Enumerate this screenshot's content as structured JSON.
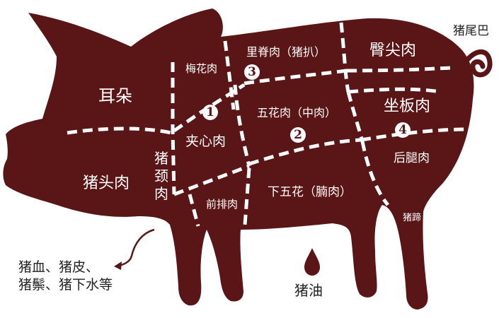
{
  "colors": {
    "body": "#5a1616",
    "cut_lines": "#ffffff",
    "text_on_body": "#ffffff",
    "text_outside": "#222222"
  },
  "labels": {
    "ear": "耳朵",
    "head": "猪头肉",
    "neck": "猪\n颈\n肉",
    "plum": "梅花肉",
    "shoulder_core": "夹心肉",
    "tenderloin": "里脊肉（猪扒）",
    "rump": "臀尖肉",
    "pork_belly": "五花肉（中肉）",
    "seat_ham": "坐板肉",
    "hind_leg": "后腿肉",
    "front_ribs": "前排肉",
    "lower_belly": "下五花（腩肉）",
    "trotter": "猪蹄",
    "tail": "猪尾巴",
    "lard": "猪油",
    "by_products": "猪血、猪皮、\n猪鬃、猪下水等"
  },
  "badges": [
    "1",
    "2",
    "3",
    "4"
  ]
}
